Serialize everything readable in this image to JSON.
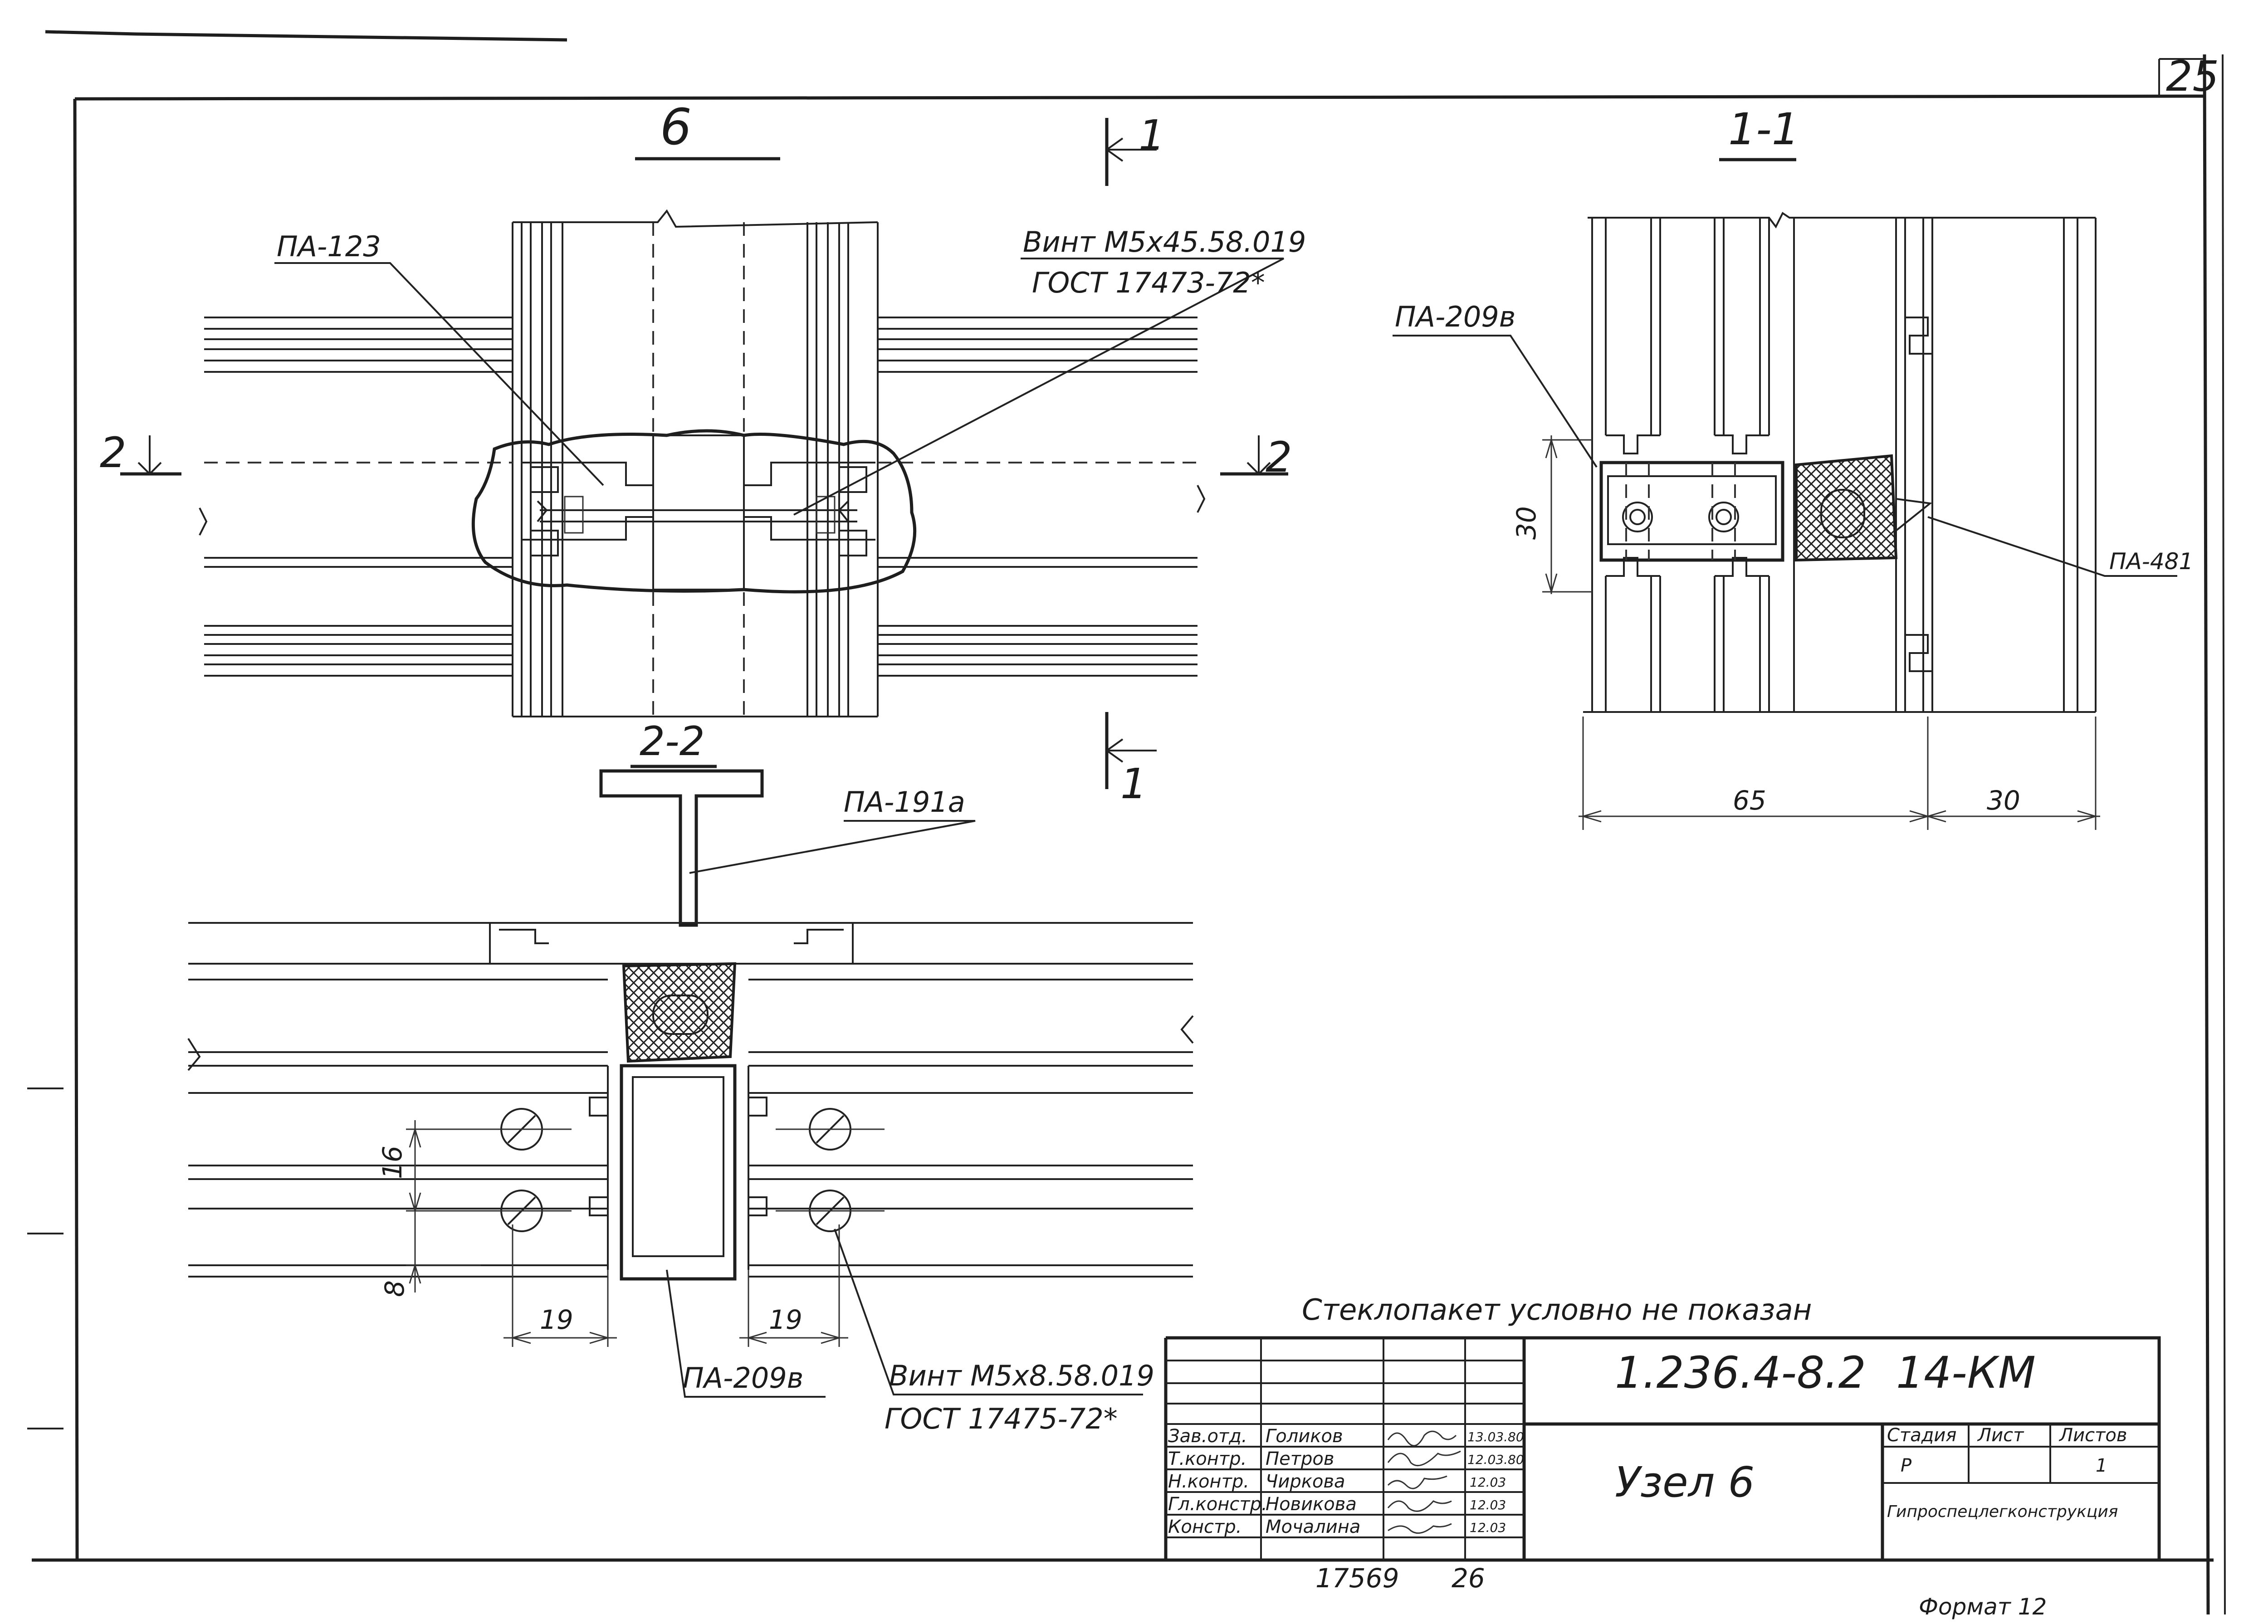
{
  "sheet_number": "25",
  "views": {
    "main": "6",
    "section_a": "1-1",
    "section_b": "2-2",
    "cut_1": "1",
    "cut_2": "2"
  },
  "callouts": {
    "pa123": "ПА-123",
    "screw_top_line1": "Винт М5х45.58.019",
    "screw_top_line2": "ГОСТ 17473-72*",
    "pa209v_right": "ПА-209в",
    "pa481": "ПА-481",
    "pa191a": "ПА-191а",
    "pa209v_bottom": "ПА-209в",
    "screw_bottom_line1": "Винт М5х8.58.019",
    "screw_bottom_line2": "ГОСТ 17475-72*"
  },
  "dimensions": {
    "d30_vertical": "30",
    "d65": "65",
    "d30_horizontal": "30",
    "d16": "16",
    "d8": "8",
    "d19_left": "19",
    "d19_right": "19"
  },
  "note": "Стеклопакет условно не показан",
  "title_block": {
    "doc_code": "1.236.4-8.2",
    "doc_part": "14-КМ",
    "title": "Узел 6",
    "stage_header": "Стадия",
    "sheet_header": "Лист",
    "sheets_header": "Листов",
    "stage_value": "Р",
    "sheets_value": "1",
    "organization": "Гипроспецлегконструкция",
    "roles": [
      {
        "role": "Зав.отд.",
        "name": "Голиков",
        "date": "13.03.80"
      },
      {
        "role": "Т.контр.",
        "name": "Петров",
        "date": "12.03.80"
      },
      {
        "role": "Н.контр.",
        "name": "Чиркова",
        "date": "12.03"
      },
      {
        "role": "Гл.констр.",
        "name": "Новикова",
        "date": "12.03"
      },
      {
        "role": "Констр.",
        "name": "Мочалина",
        "date": "12.03"
      }
    ],
    "archive_no": "17569",
    "archive_sheet": "26",
    "format": "Формат 12"
  }
}
